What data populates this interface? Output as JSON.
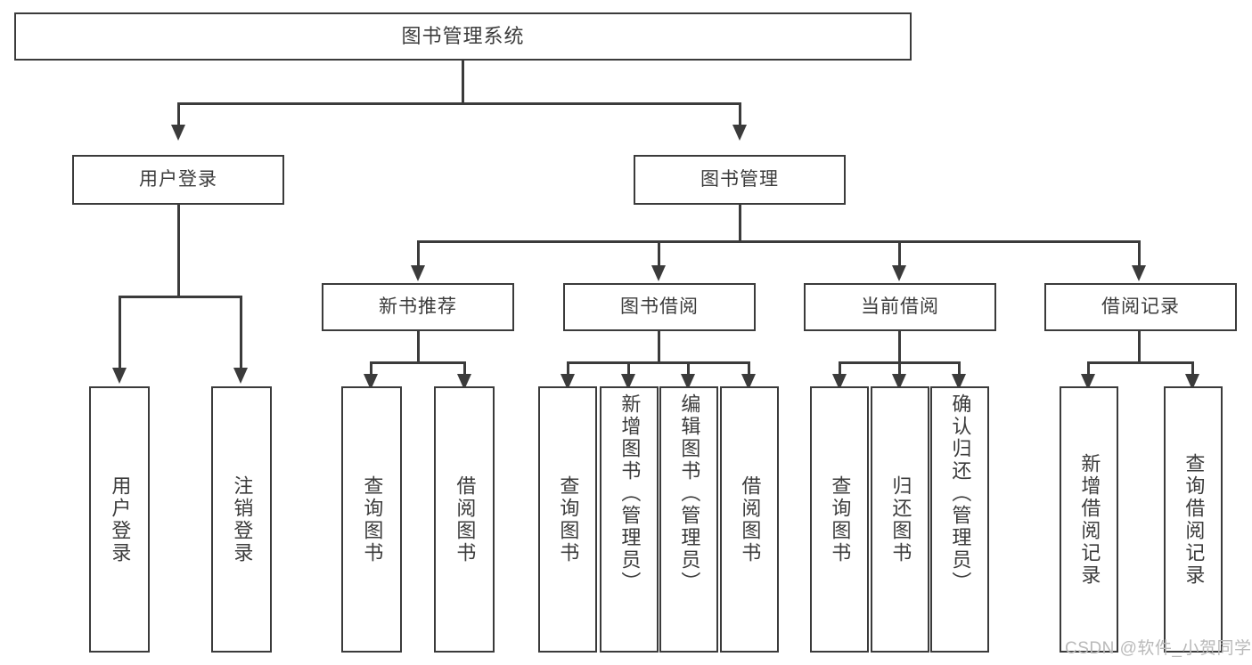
{
  "diagram": {
    "title": "图书管理系统",
    "type": "tree-hierarchy",
    "watermark": "CSDN @软件_小贺同学"
  },
  "nodes": {
    "root": {
      "label": "图书管理系统"
    },
    "level1": [
      {
        "id": "user-login",
        "label": "用户登录"
      },
      {
        "id": "book-manage",
        "label": "图书管理"
      }
    ],
    "level2": [
      {
        "id": "new-book-recommend",
        "label": "新书推荐"
      },
      {
        "id": "book-borrow",
        "label": "图书借阅"
      },
      {
        "id": "current-borrow",
        "label": "当前借阅"
      },
      {
        "id": "borrow-record",
        "label": "借阅记录"
      }
    ],
    "leaves": {
      "user_login": [
        {
          "id": "leaf-user-login",
          "label": "用户登录"
        },
        {
          "id": "leaf-logout-login",
          "label": "注销登录"
        }
      ],
      "new_book_recommend": [
        {
          "id": "leaf-query-book-1",
          "label": "查询图书"
        },
        {
          "id": "leaf-borrow-book-1",
          "label": "借阅图书"
        }
      ],
      "book_borrow": [
        {
          "id": "leaf-query-book-2",
          "label": "查询图书"
        },
        {
          "id": "leaf-add-book",
          "label": "新增图书（管理员）"
        },
        {
          "id": "leaf-edit-book",
          "label": "编辑图书（管理员）"
        },
        {
          "id": "leaf-borrow-book-2",
          "label": "借阅图书"
        }
      ],
      "current_borrow": [
        {
          "id": "leaf-query-book-3",
          "label": "查询图书"
        },
        {
          "id": "leaf-return-book",
          "label": "归还图书"
        },
        {
          "id": "leaf-confirm-return",
          "label": "确认归还（管理员）"
        }
      ],
      "borrow_record": [
        {
          "id": "leaf-add-record",
          "label": "新增借阅记录"
        },
        {
          "id": "leaf-query-record",
          "label": "查询借阅记录"
        }
      ]
    }
  },
  "colors": {
    "border": "#3b3b3b",
    "text": "#3c3c3c",
    "background": "#ffffff",
    "watermark": "#b9b9b9"
  }
}
